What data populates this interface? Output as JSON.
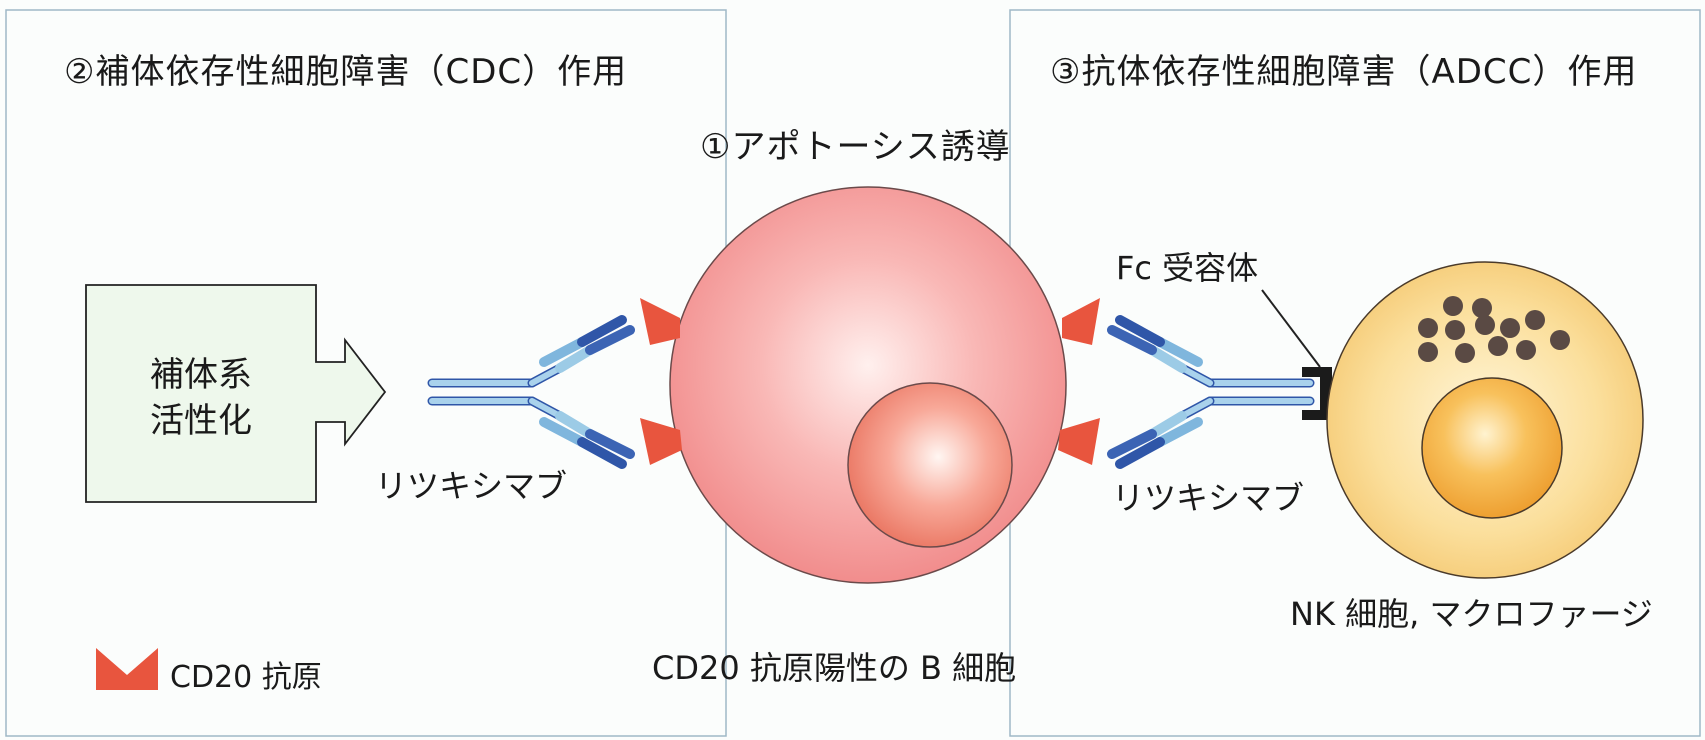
{
  "panels": {
    "cdc_title": "②補体依存性細胞障害（CDC）作用",
    "apoptosis_title": "①アポトーシス誘導",
    "adcc_title": "③抗体依存性細胞障害（ADCC）作用"
  },
  "complement_box": {
    "line1": "補体系",
    "line2": "活性化"
  },
  "labels": {
    "rituximab_left": "リツキシマブ",
    "rituximab_right": "リツキシマブ",
    "fc_receptor": "Fc 受容体",
    "effector_cells": "NK 細胞, マクロファージ",
    "b_cell": "CD20 抗原陽性の B 細胞"
  },
  "legend": {
    "cd20_antigen": "CD20 抗原"
  },
  "colors": {
    "b_cell": "#f59a9a",
    "b_cell_nucleus": "#f28d80",
    "effector_cell": "#fbd98a",
    "effector_nucleus": "#f4a93a",
    "granules": "#5a4a44",
    "cd20_antigen": "#e8553e",
    "antibody_light": "#9ccbe6",
    "antibody_dark": "#2f56a8",
    "complement_box": "#eef8ec",
    "fc_receptor": "#1b1b1b"
  }
}
